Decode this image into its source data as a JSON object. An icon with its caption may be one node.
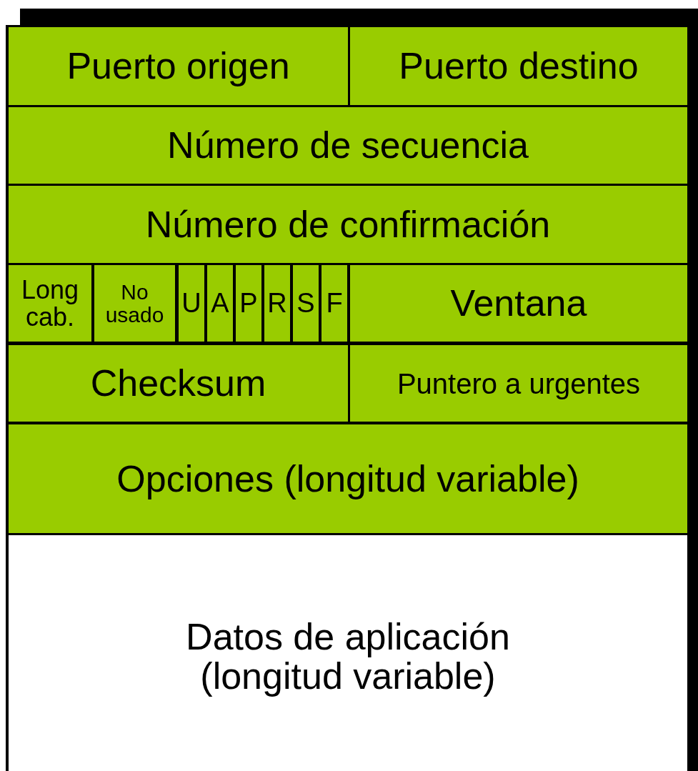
{
  "diagram": {
    "nodes": [
      {
        "text": [
          "Puerto origen"
        ]
      },
      {
        "text": [
          "Puerto destino"
        ]
      },
      {
        "text": [
          "Número de secuencia"
        ]
      },
      {
        "text": [
          "Número de confirmación"
        ]
      },
      {
        "text": [
          "Long cab."
        ]
      },
      {
        "text": [
          "No usado"
        ]
      },
      {
        "text": [
          "U"
        ]
      },
      {
        "text": [
          "A"
        ]
      },
      {
        "text": [
          "P"
        ]
      },
      {
        "text": [
          "R"
        ]
      },
      {
        "text": [
          "S"
        ]
      },
      {
        "text": [
          "F"
        ]
      },
      {
        "text": [
          "Ventana"
        ]
      },
      {
        "text": [
          "Checksum"
        ]
      },
      {
        "text": [
          "Puntero a urgentes"
        ]
      },
      {
        "text": [
          "Opciones (longitud variable)"
        ]
      },
      {
        "text": [
          "Datos de aplicación (longitud variable)"
        ]
      }
    ]
  }
}
